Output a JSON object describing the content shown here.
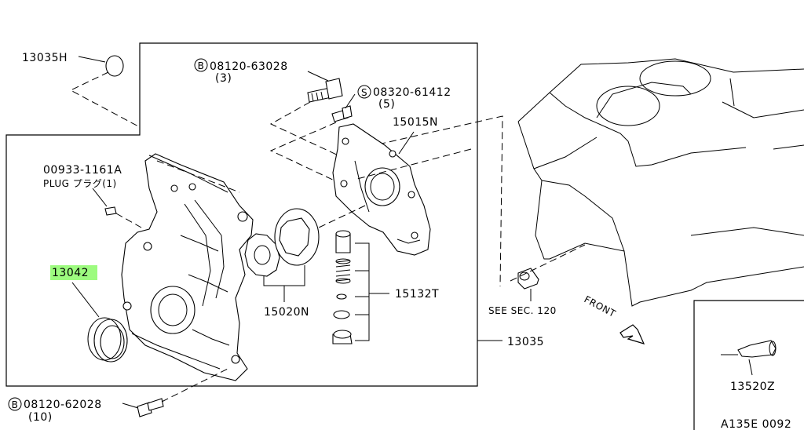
{
  "colors": {
    "highlight": "#9dfb7f",
    "ink": "#000000",
    "background": "#ffffff"
  },
  "labels": {
    "cap": "13035H",
    "bolt_upper": "08120-63028",
    "bolt_upper_qty": "(3)",
    "screw": "08320-61412",
    "screw_qty": "(5)",
    "pump_housing": "15015N",
    "plug_number": "00933-1161A",
    "plug_name": "PLUG プラグ(1)",
    "front_seal": "13042",
    "gear_set": "15020N",
    "relief_valve": "15132T",
    "front_cover": "13035",
    "see_sec": "SEE SEC. 120",
    "front": "FRONT",
    "sealant": "13520Z",
    "bolt_lower": "08120-62028",
    "bolt_lower_qty": "(10)",
    "diagram_id": "A135E 0092"
  },
  "circled_letters": {
    "bolt_upper": "B",
    "screw": "S",
    "bolt_lower": "B"
  }
}
